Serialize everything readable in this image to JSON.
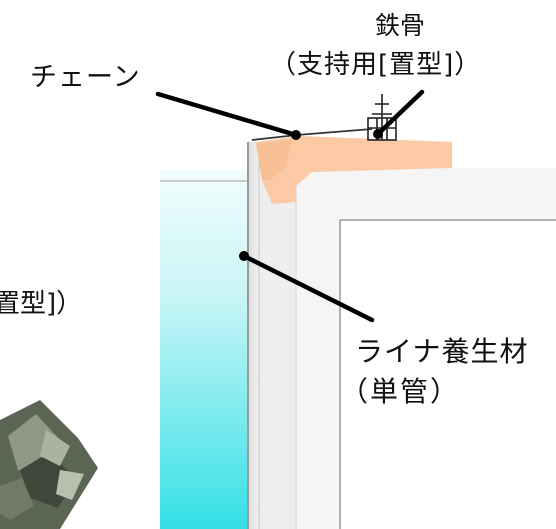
{
  "labels": {
    "chain": "チェーン",
    "steel_line1": "鉄骨",
    "steel_line2": "（支持用[置型]）",
    "liner_line1": "ライナ養生材",
    "liner_line2": "（単管）",
    "partial_left": "置型]）"
  }
}
